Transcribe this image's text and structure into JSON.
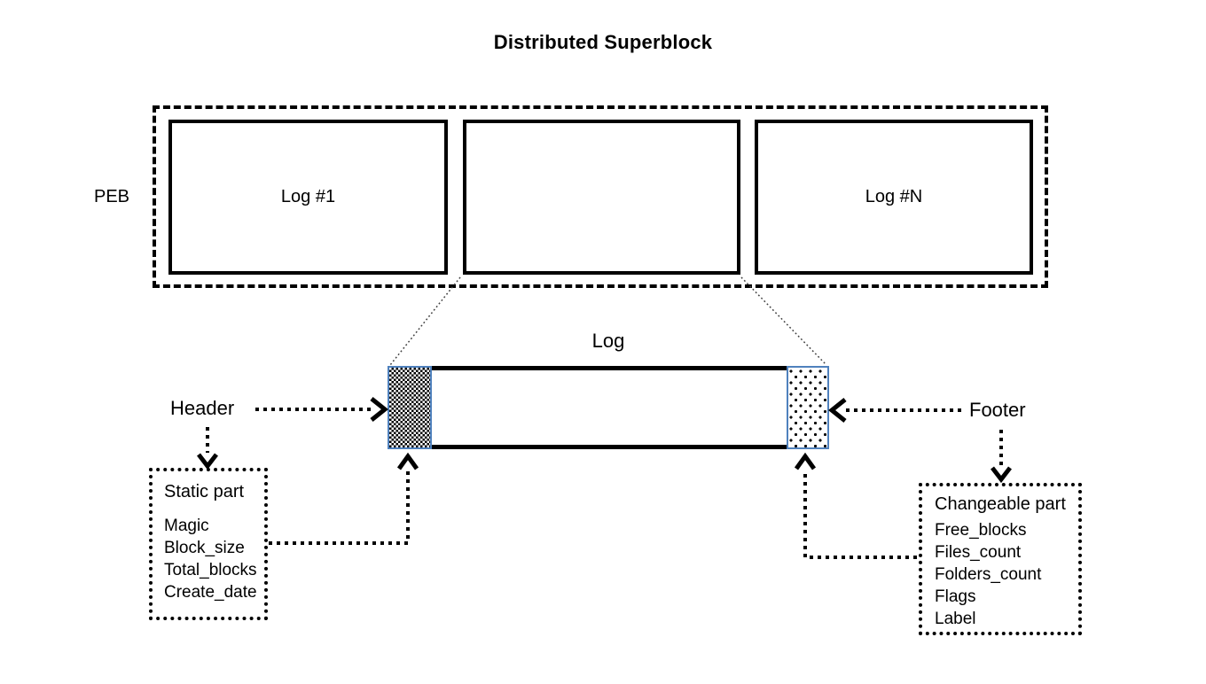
{
  "title": "Distributed Superblock",
  "peb": {
    "label": "PEB",
    "log_first": "Log #1",
    "log_last": "Log #N"
  },
  "log": {
    "title": "Log",
    "header_label": "Header",
    "footer_label": "Footer"
  },
  "static_part": {
    "heading": "Static part",
    "items": [
      "Magic",
      "Block_size",
      "Total_blocks",
      "Create_date"
    ]
  },
  "changeable_part": {
    "heading": "Changeable part",
    "items": [
      "Free_blocks",
      "Files_count",
      "Folders_count",
      "Flags",
      "Label"
    ]
  },
  "colors": {
    "accent_blue": "#4f81bd",
    "line_black": "#000000"
  }
}
